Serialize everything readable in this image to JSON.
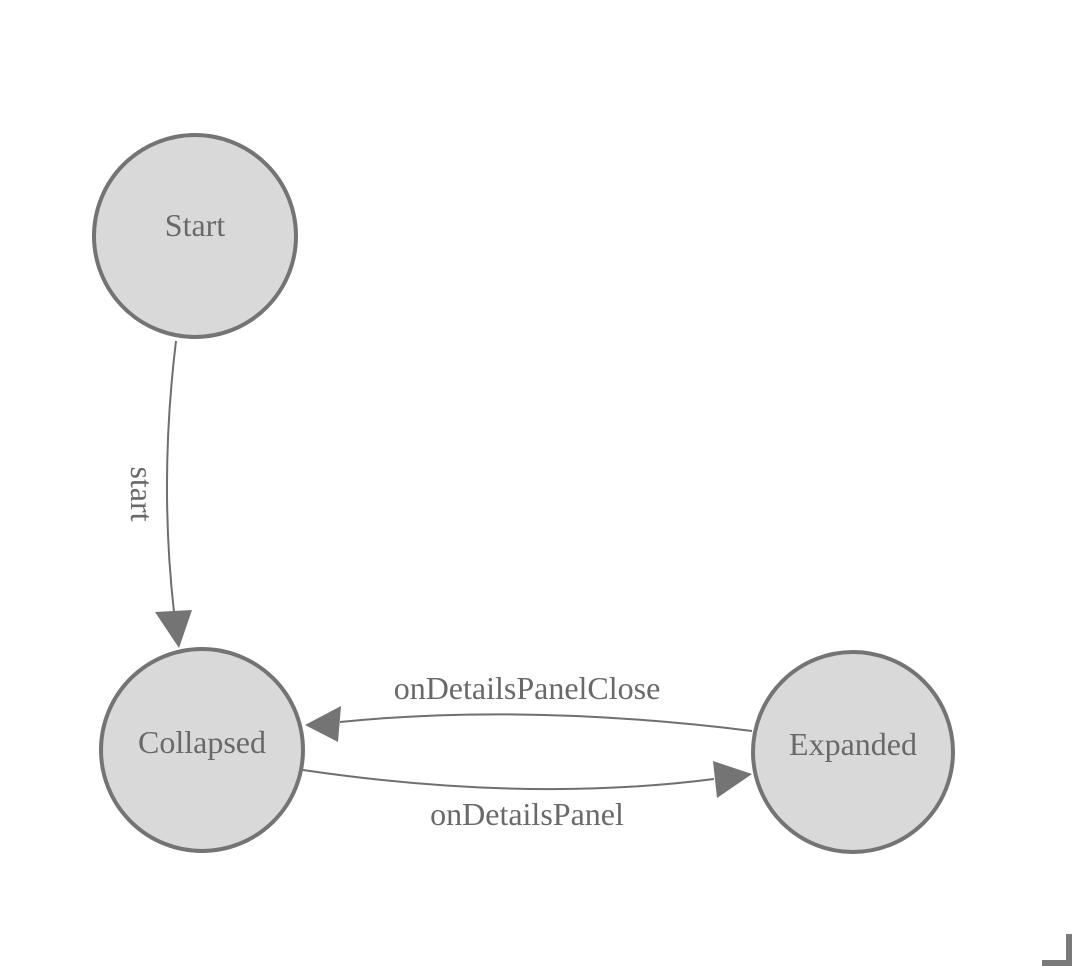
{
  "colors": {
    "page_background": "#ffffff",
    "node_fill": "#d9d9d9",
    "node_border": "#747474",
    "edge_line": "#6f6f6f",
    "arrow_fill": "#747474",
    "label_text": "#696969",
    "corner_mark": "#7a7a7a"
  },
  "diagram": {
    "type": "state-machine",
    "nodes": [
      {
        "id": "start",
        "label": "Start"
      },
      {
        "id": "collapsed",
        "label": "Collapsed"
      },
      {
        "id": "expanded",
        "label": "Expanded"
      }
    ],
    "edges": [
      {
        "id": "start-to-collapsed",
        "from": "Start",
        "to": "Collapsed",
        "label": "start"
      },
      {
        "id": "expanded-to-collapsed",
        "from": "Expanded",
        "to": "Collapsed",
        "label": "onDetailsPanelClose"
      },
      {
        "id": "collapsed-to-expanded",
        "from": "Collapsed",
        "to": "Expanded",
        "label": "onDetailsPanel"
      }
    ]
  }
}
